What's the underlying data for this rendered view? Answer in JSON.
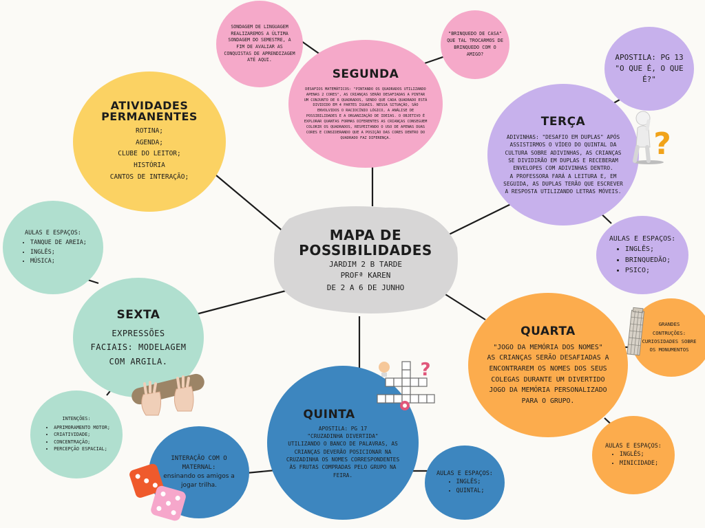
{
  "center": {
    "title_line1": "MAPA DE",
    "title_line2": "POSSIBILIDADES",
    "sub1": "JARDIM 2 B TARDE",
    "sub2": "PROFª KAREN",
    "sub3": "DE 2 A 6 DE JUNHO"
  },
  "atividades": {
    "title_line1": "ATIVIDADES",
    "title_line2": "PERMANENTES",
    "items": [
      "ROTINA;",
      "AGENDA;",
      "CLUBE DO LEITOR;",
      "HISTÓRIA",
      "CANTOS DE INTERAÇÃO;"
    ]
  },
  "segunda": {
    "title": "SEGUNDA",
    "text": "DESAFIOS MATEMÁTICOS: \"PINTANDO OS QUADRADOS UTILIZANDO APENAS 2 CORES\", AS CRIANÇAS SERÃO DESAFIADAS A PINTAR UM CONJUNTO DE 6 QUADRADOS, SENDO QUE CADA QUADRADO ESTÁ DIVIDIDO EM 4 PARTES IGUAIS. NESSA SITUAÇÃO, SÃO ENVOLVIDOS O RACIOCÍNIO LÓGICO, A ANÁLISE DE POSSIBILIDADES E A ORGANIZAÇÃO DE IDEIAS. O OBJETIVO É EXPLORAR QUANTAS FORMAS DIFERENTES AS CRIANÇAS CONSEGUEM COLORIR OS QUADRADOS, RESPEITANDO O USO DE APENAS DUAS CORES E CONSIDERANDO QUE A POSIÇÃO DAS CORES DENTRO DO QUADRADO FAZ DIFERENÇA."
  },
  "sondagem": {
    "text": "SONDAGEM DE LINGUAGEM REALIZAREMOS A ÚLTIMA SONDAGEM DO SEMESTRE, A FIM DE AVALIAR AS CONQUISTAS DE APRENDIZAGEM ATÉ AQUI."
  },
  "brinquedo": {
    "text1": "\"BRINQUEDO DE CASA\"",
    "text2": "QUE TAL TROCARMOS DE BRINQUEDO COM O AMIGO?"
  },
  "apostila13": {
    "text1": "APOSTILA: PG 13",
    "text2": "\"O QUE É, O QUE É?\""
  },
  "terca": {
    "title": "TERÇA",
    "text1": "ADIVINHAS: \"DESAFIO EM DUPLAS\" APÓS ASSISTIRMOS O VÍDEO DO QUINTAL DA CULTURA SOBRE ADIVINHAS, AS CRIANÇAS SE DIVIDIRÃO EM DUPLAS E RECEBERAM ENVELOPES COM ADIVINHAS DENTRO.",
    "text2": "A PROFESSORA FARÁ A LEITURA E, EM SEGUIDA, AS DUPLAS TERÃO QUE ESCREVER A RESPOSTA UTILIZANDO LETRAS MÓVEIS."
  },
  "aulas_terca": {
    "title": "AULAS E ESPAÇOS:",
    "items": [
      "INGLÊS;",
      "BRINQUEDÃO;",
      "PSICO;"
    ]
  },
  "quarta": {
    "title": "QUARTA",
    "text1": "\"JOGO DA MEMÓRIA DOS NOMES\"",
    "text2": "AS CRIANÇAS SERÃO DESAFIADAS A ENCONTRAREM OS NOMES DOS SEUS COLEGAS DURANTE UM DIVERTIDO JOGO DA MEMÓRIA PERSONALIZADO PARA O GRUPO."
  },
  "grandes": {
    "text": "GRANDES CONTRUÇÕES: CURIOSIDADES SOBRE OS MONUMENTOS"
  },
  "aulas_quarta": {
    "title": "AULAS E ESPAÇOS:",
    "items": [
      "INGLÊS;",
      "MINICIDADE;"
    ]
  },
  "quinta": {
    "title": "QUINTA",
    "text1": "APOSTILA: PG 17",
    "text2": "\"CRUZADINHA DIVERTIDA\"",
    "text3": "UTILIZANDO O BANCO DE PALAVRAS, AS CRIANÇAS DEVERÃO POSICIONAR NA CRUZADINHA OS NOMES CORRESPONDENTES ÀS FRUTAS COMPRADAS PELO GRUPO NA FEIRA."
  },
  "aulas_quinta": {
    "title": "AULAS E ESPAÇOS:",
    "items": [
      "INGLÊS;",
      "QUINTAL;"
    ]
  },
  "interacao": {
    "text1": "INTERAÇÃO COM O MATERNAL:",
    "text2": "ensinando os amigos a jogar trilha."
  },
  "sexta": {
    "title": "SEXTA",
    "text": "EXPRESSÕES FACIAIS: MODELAGEM COM ARGILA."
  },
  "intencoes": {
    "title": "INTENÇÕES:",
    "items": [
      "APRIMORAMENTO MOTOR;",
      "CRIATIVIDADE;",
      "CONCENTRAÇÃO;",
      "PERCEPÇÃO ESPACIAL;"
    ]
  },
  "aulas_sexta": {
    "title": "AULAS E ESPAÇOS:",
    "items": [
      "TANQUE DE AREIA;",
      "INGLÊS;",
      "MÚSICA;"
    ]
  },
  "colors": {
    "pink": "#f5a9c9",
    "yellow": "#fbd263",
    "lavender": "#c7b1ec",
    "mint": "#b0dfcf",
    "orange": "#fcac4d",
    "blue": "#3d86bf",
    "grey": "#d7d6d6"
  },
  "icons": [
    "thinking-figure-icon",
    "tower-of-pisa-icon",
    "crossword-icon",
    "dice-icon",
    "clay-hands-icon"
  ]
}
